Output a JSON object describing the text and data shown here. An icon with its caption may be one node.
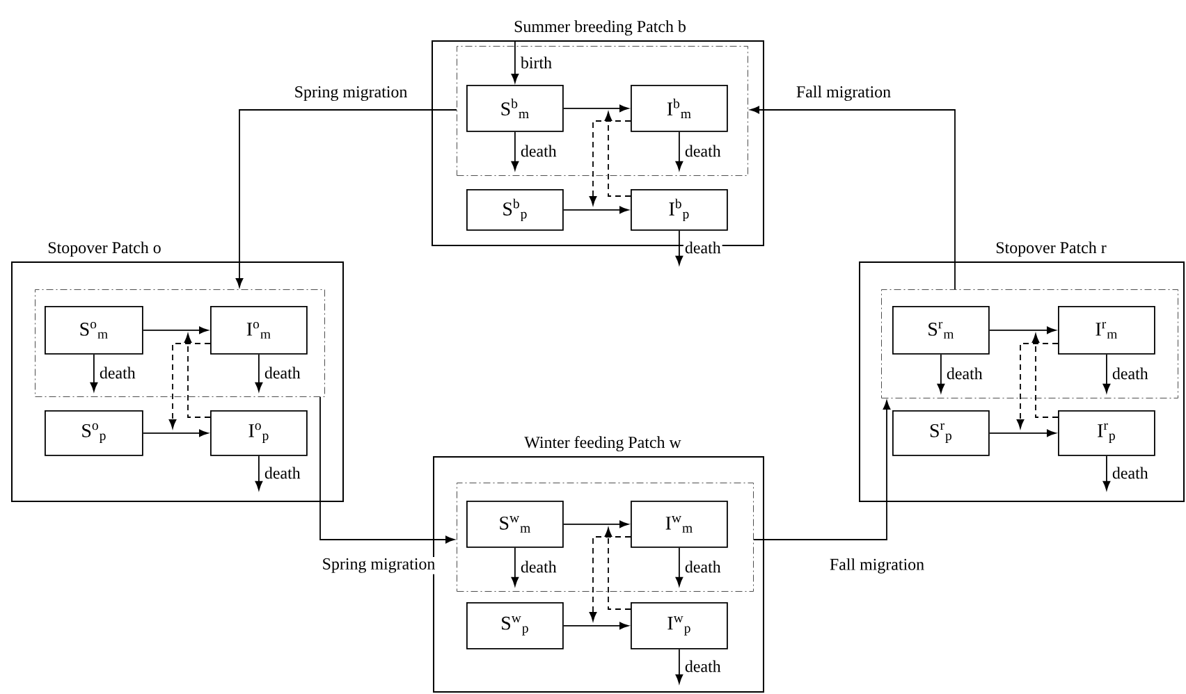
{
  "diagram": {
    "nodes": [
      {
        "text": [
          "Summer breeding Patch b"
        ]
      },
      {
        "text": [],
        "shape": "box",
        "in": 0
      },
      {
        "text": [
          "S$^{b}$$_{m}$"
        ],
        "in": 1
      },
      {
        "text": [
          "I$^{b}$$_{m}$"
        ],
        "in": 1
      },
      {
        "text": [
          "S$^{b}$$_{p}$"
        ],
        "in": 0
      },
      {
        "text": [
          "I$^{b}$$_{p}$"
        ],
        "in": 0
      },
      {
        "text": [
          "Stopover Patch o"
        ]
      },
      {
        "text": [],
        "shape": "box",
        "in": 6
      },
      {
        "text": [
          "S$^{o}$$_{m}$"
        ],
        "in": 7
      },
      {
        "text": [
          "I$^{o}$$_{m}$"
        ],
        "in": 7
      },
      {
        "text": [
          "S$^{o}$$_{p}$"
        ],
        "in": 6
      },
      {
        "text": [
          "I$^{o}$$_{p}$"
        ],
        "in": 6
      },
      {
        "text": [
          "Stopover Patch r"
        ]
      },
      {
        "text": [],
        "shape": "box",
        "in": 12
      },
      {
        "text": [
          "S$^{r}$$_{m}$"
        ],
        "in": 13
      },
      {
        "text": [
          "I$^{r}$$_{m}$"
        ],
        "in": 13
      },
      {
        "text": [
          "S$^{r}$$_{p}$"
        ],
        "in": 12
      },
      {
        "text": [
          "I$^{r}$$_{p}$"
        ],
        "in": 12
      },
      {
        "text": [
          "Winter feeding Patch w"
        ]
      },
      {
        "text": [],
        "shape": "box",
        "in": 18
      },
      {
        "text": [
          "S$^{w}$$_{m}$"
        ],
        "in": 19
      },
      {
        "text": [
          "I$^{w}$$_{m}$"
        ],
        "in": 19
      },
      {
        "text": [
          "S$^{w}$$_{p}$"
        ],
        "in": 18
      },
      {
        "text": [
          "I$^{w}$$_{p}$"
        ],
        "in": 18
      }
    ],
    "edges": [
      {
        "from": 2,
        "to": 3,
        "arrow": "to"
      },
      {
        "from": 4,
        "to": 5,
        "arrow": "to"
      },
      {
        "from": null,
        "to": 2,
        "arrow": "to",
        "label": "birth"
      },
      {
        "from": 2,
        "to": null,
        "arrow": "to",
        "label": "death"
      },
      {
        "from": 3,
        "to": null,
        "arrow": "to",
        "label": "death"
      },
      {
        "from": 5,
        "to": null,
        "arrow": "to",
        "label": "death"
      },
      {
        "from": 3,
        "to": null,
        "arrow": "to",
        "style": "dashed"
      },
      {
        "from": 5,
        "to": null,
        "arrow": "to",
        "style": "dashed"
      },
      {
        "from": 8,
        "to": 9,
        "arrow": "to"
      },
      {
        "from": 10,
        "to": 11,
        "arrow": "to"
      },
      {
        "from": 8,
        "to": null,
        "arrow": "to",
        "label": "death"
      },
      {
        "from": 9,
        "to": null,
        "arrow": "to",
        "label": "death"
      },
      {
        "from": 11,
        "to": null,
        "arrow": "to",
        "label": "death"
      },
      {
        "from": 9,
        "to": null,
        "arrow": "to",
        "style": "dashed"
      },
      {
        "from": 11,
        "to": null,
        "arrow": "to",
        "style": "dashed"
      },
      {
        "from": 14,
        "to": 15,
        "arrow": "to"
      },
      {
        "from": 16,
        "to": 17,
        "arrow": "to"
      },
      {
        "from": 14,
        "to": null,
        "arrow": "to",
        "label": "death"
      },
      {
        "from": 15,
        "to": null,
        "arrow": "to",
        "label": "death"
      },
      {
        "from": 17,
        "to": null,
        "arrow": "to",
        "label": "death"
      },
      {
        "from": 15,
        "to": null,
        "arrow": "to",
        "style": "dashed"
      },
      {
        "from": 17,
        "to": null,
        "arrow": "to",
        "style": "dashed"
      },
      {
        "from": 20,
        "to": 21,
        "arrow": "to"
      },
      {
        "from": 22,
        "to": 23,
        "arrow": "to"
      },
      {
        "from": 20,
        "to": null,
        "arrow": "to",
        "label": "death"
      },
      {
        "from": 21,
        "to": null,
        "arrow": "to",
        "label": "death"
      },
      {
        "from": 23,
        "to": null,
        "arrow": "to",
        "label": "death"
      },
      {
        "from": 21,
        "to": null,
        "arrow": "to",
        "style": "dashed"
      },
      {
        "from": 23,
        "to": null,
        "arrow": "to",
        "style": "dashed"
      },
      {
        "from": 1,
        "to": 7,
        "arrow": "to",
        "label": "Spring migration"
      },
      {
        "from": 7,
        "to": 19,
        "arrow": "to",
        "label": "Spring migration"
      },
      {
        "from": 19,
        "to": 13,
        "arrow": "to",
        "label": "Fall migration"
      },
      {
        "from": 13,
        "to": 1,
        "arrow": "to",
        "label": "Fall migration"
      }
    ]
  }
}
